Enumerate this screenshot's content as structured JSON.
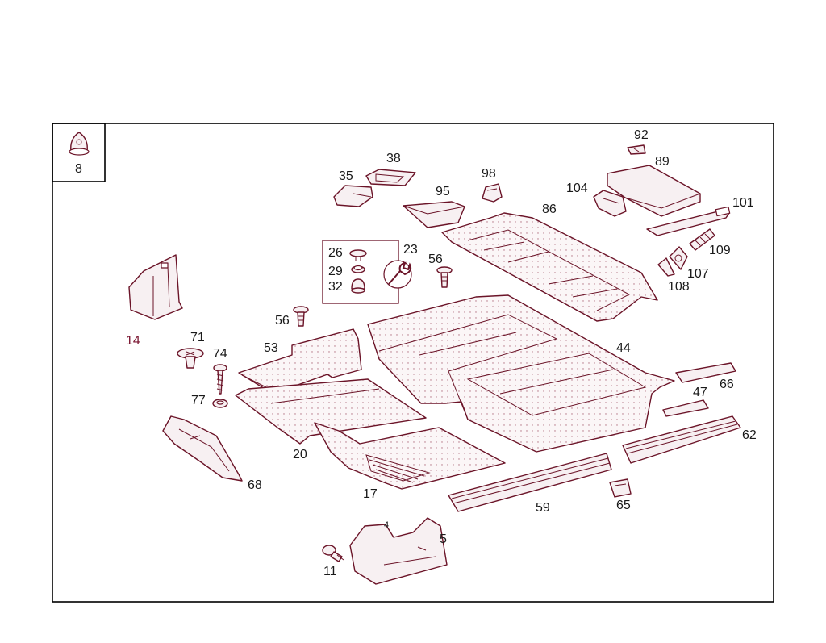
{
  "colors": {
    "frame": "#000000",
    "line": "#6b1428",
    "label": "#1a1a1a",
    "label_accent": "#7a1530"
  },
  "callouts": {
    "p8": "8",
    "p92": "92",
    "p89": "89",
    "p38": "38",
    "p35": "35",
    "p95": "95",
    "p98": "98",
    "p104": "104",
    "p86": "86",
    "p101": "101",
    "p109": "109",
    "p107": "107",
    "p108": "108",
    "p26": "26",
    "p23": "23",
    "p29": "29",
    "p32": "32",
    "p56a": "56",
    "p56b": "56",
    "p14": "14",
    "p71": "71",
    "p53": "53",
    "p74": "74",
    "p44": "44",
    "p77": "77",
    "p66": "66",
    "p47": "47",
    "p62": "62",
    "p20": "20",
    "p68": "68",
    "p17": "17",
    "p59": "59",
    "p65": "65",
    "p5": "5",
    "p4": "4",
    "p11": "11"
  },
  "icons": {
    "wrench": "wrench-icon"
  }
}
